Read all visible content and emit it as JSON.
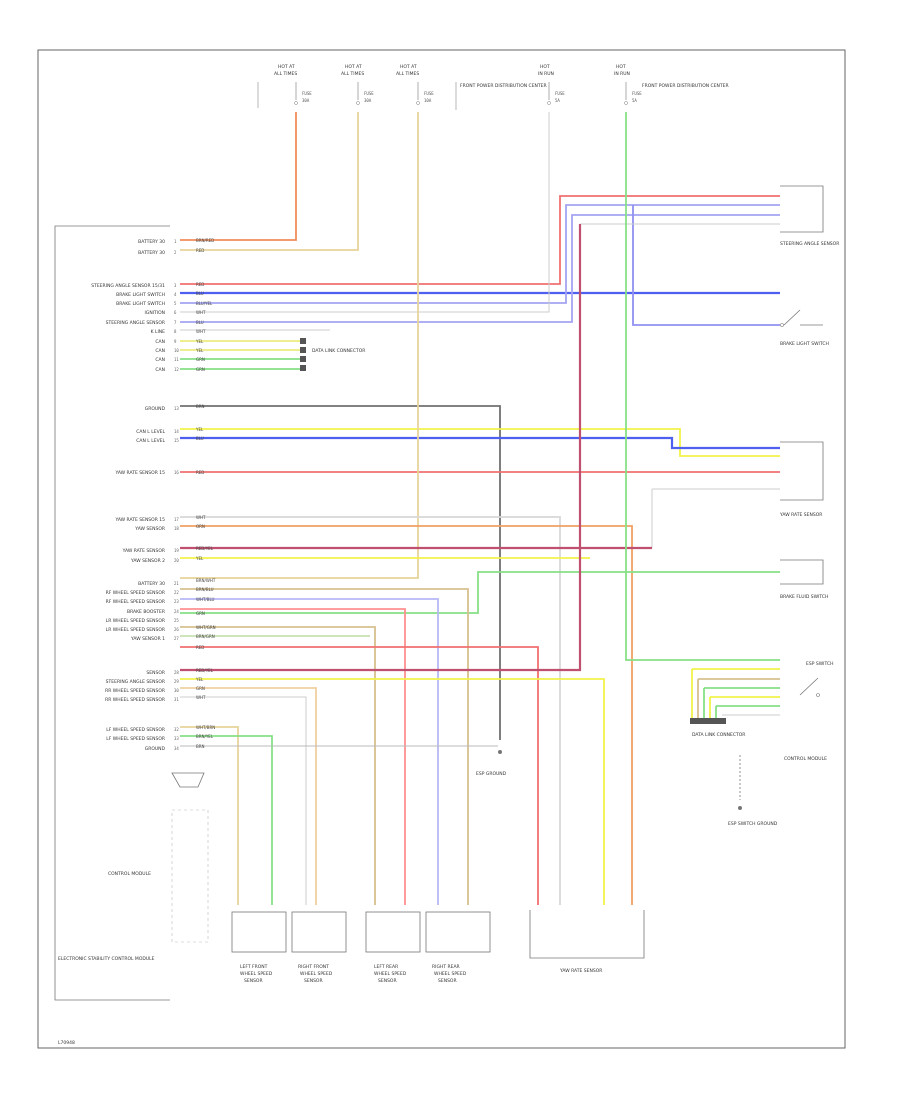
{
  "left_labels": [
    {
      "text": "BATTERY 30"
    },
    {
      "text": "BATTERY 30"
    },
    {
      "text": "STEERING ANGLE SENSOR 15/31"
    },
    {
      "text": "BRAKE LIGHT SWITCH"
    },
    {
      "text": "BRAKE LIGHT SWITCH"
    },
    {
      "text": "IGNITION"
    },
    {
      "text": "STEERING ANGLE SENSOR"
    },
    {
      "text": "K LINE"
    },
    {
      "text": "CAN"
    },
    {
      "text": "CAN"
    },
    {
      "text": "CAN"
    },
    {
      "text": "CAN"
    },
    {
      "text": "GROUND"
    },
    {
      "text": "CAN L LEVEL"
    },
    {
      "text": "CAN L LEVEL"
    },
    {
      "text": "YAW RATE SENSOR 15"
    },
    {
      "text": "YAW RATE SENSOR 15"
    },
    {
      "text": "YAW SENSOR"
    },
    {
      "text": "YAW RATE SENSOR"
    },
    {
      "text": "YAW SENSOR 2"
    },
    {
      "text": "BATTERY 30"
    },
    {
      "text": "RF WHEEL SPEED SENSOR"
    },
    {
      "text": "RF WHEEL SPEED SENSOR"
    },
    {
      "text": "BRAKE BOOSTER"
    },
    {
      "text": "LR WHEEL SPEED SENSOR"
    },
    {
      "text": "LR WHEEL SPEED SENSOR"
    },
    {
      "text": "YAW SENSOR 1"
    },
    {
      "text": "SENSOR"
    },
    {
      "text": "STEERING ANGLE SENSOR"
    },
    {
      "text": "RR WHEEL SPEED SENSOR"
    },
    {
      "text": "RR WHEEL SPEED SENSOR"
    },
    {
      "text": "LF WHEEL SPEED SENSOR"
    },
    {
      "text": "LF WHEEL SPEED SENSOR"
    },
    {
      "text": "GROUND"
    }
  ],
  "wire_labels": [
    {
      "text": "BRN/RED"
    },
    {
      "text": "RED"
    },
    {
      "text": "RED"
    },
    {
      "text": "BLU"
    },
    {
      "text": "BLU/YEL"
    },
    {
      "text": "WHT"
    },
    {
      "text": "BLU"
    },
    {
      "text": "WHT"
    },
    {
      "text": "YEL"
    },
    {
      "text": "YEL"
    },
    {
      "text": "GRN"
    },
    {
      "text": "GRN"
    },
    {
      "text": "BRN"
    },
    {
      "text": "YEL"
    },
    {
      "text": "BLU"
    },
    {
      "text": "RED"
    },
    {
      "text": "WHT"
    },
    {
      "text": "ORN"
    },
    {
      "text": "RED/YEL"
    },
    {
      "text": "YEL"
    },
    {
      "text": "BRN/WHT"
    },
    {
      "text": "BRN/BLU"
    },
    {
      "text": "WHT/BLU"
    },
    {
      "text": "GRN"
    },
    {
      "text": "WHT/GRN"
    },
    {
      "text": "BRN/GRN"
    },
    {
      "text": "RED"
    },
    {
      "text": "RED/YEL"
    },
    {
      "text": "YEL"
    },
    {
      "text": "GRN"
    },
    {
      "text": "WHT"
    },
    {
      "text": "WHT/BRN"
    },
    {
      "text": "BRN/YEL"
    },
    {
      "text": "BRN"
    }
  ],
  "fuses": [
    {
      "line1": "HOT AT",
      "line2": "ALL TIMES"
    },
    {
      "line1": "HOT AT",
      "line2": "ALL TIMES"
    },
    {
      "line1": "HOT AT",
      "line2": "ALL TIMES"
    },
    {
      "line1": "HOT",
      "line2": "IN RUN"
    },
    {
      "line1": "HOT",
      "line2": "IN RUN"
    }
  ],
  "fuse_ids": [
    "FUSE",
    "FUSE",
    "FUSE",
    "FUSE",
    "FUSE"
  ],
  "fuse_amps": [
    "30A",
    "30A",
    "10A",
    "5A",
    "5A"
  ],
  "top_note": "FRONT POWER DISTRIBUTION CENTER",
  "right_components": [
    {
      "text": "STEERING ANGLE SENSOR"
    },
    {
      "text": "BRAKE LIGHT SWITCH"
    },
    {
      "text": "YAW RATE SENSOR"
    },
    {
      "text": "ESP SWITCH"
    },
    {
      "text": "BRAKE FLUID SWITCH"
    }
  ],
  "bottom_sensors": [
    {
      "line1": "LEFT FRONT",
      "line2": "WHEEL SPEED",
      "line3": "SENSOR"
    },
    {
      "line1": "RIGHT FRONT",
      "line2": "WHEEL SPEED",
      "line3": "SENSOR"
    },
    {
      "line1": "LEFT REAR",
      "line2": "WHEEL SPEED",
      "line3": "SENSOR"
    },
    {
      "line1": "RIGHT REAR",
      "line2": "WHEEL SPEED",
      "line3": "SENSOR"
    }
  ],
  "yaw_sensor_bottom": "YAW RATE SENSOR",
  "module_name": "ELECTRONIC STABILITY CONTROL MODULE",
  "module_pins": "CONTROL MODULE",
  "ground_label": "ESP GROUND",
  "ground_label2": "ESP SWITCH GROUND",
  "data_link": "DATA LINK CONNECTOR",
  "diagram_id": "L70948"
}
